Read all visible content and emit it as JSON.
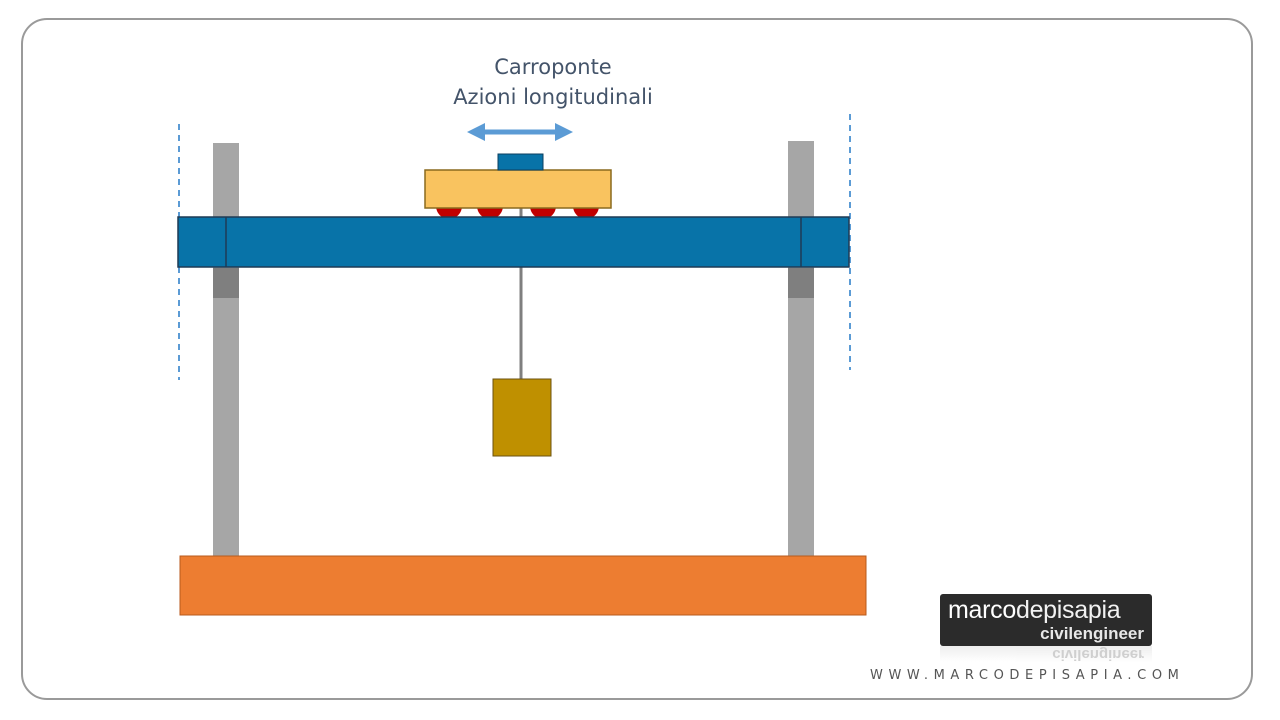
{
  "title": {
    "line1": "Carroponte",
    "line2": "Azioni longitudinali"
  },
  "logo": {
    "name_part1": "marco",
    "name_part2": "depisapia",
    "tagline": "civilengineer"
  },
  "website": "WWW.MARCODEPISAPIA.COM",
  "colors": {
    "beam": "#0873a8",
    "column": "#a6a6a6",
    "column_joint": "#7f7f7f",
    "trolley": "#f9c35f",
    "trolley_top": "#0873a8",
    "wheel": "#c00000",
    "load": "#bf9000",
    "foundation": "#ed7d31",
    "arrow": "#5b9bd5",
    "guide_line": "#5b9bd5",
    "logo_bg": "#2b2b2b"
  },
  "icons": {
    "motion_arrow": "double-headed-horizontal-arrow"
  }
}
